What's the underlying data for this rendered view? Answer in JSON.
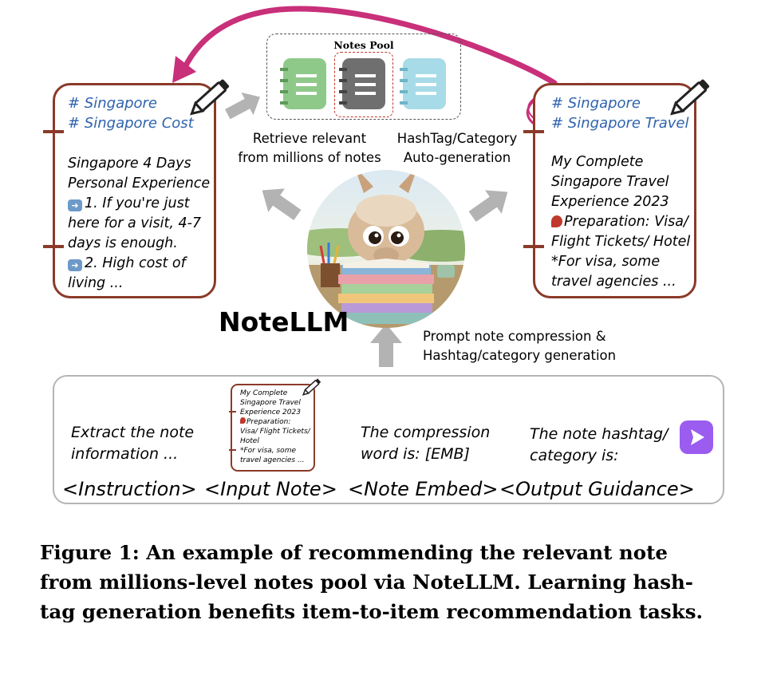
{
  "left_note": {
    "hashtags": [
      "# Singapore",
      "# Singapore Cost"
    ],
    "lines": [
      "Singapore 4 Days",
      "Personal Experience",
      "1. If you're just",
      "here for a visit, 4-7",
      "days is enough.",
      "2. High cost of",
      "living ..."
    ]
  },
  "right_note": {
    "hashtags": [
      "# Singapore",
      "# Singapore Travel"
    ],
    "lines": [
      "My Complete",
      "Singapore Travel",
      "Experience 2023",
      "Preparation: Visa/",
      "Flight Tickets/ Hotel",
      "*For visa, some",
      "travel agencies ..."
    ]
  },
  "notes_pool": {
    "title": "Notes Pool"
  },
  "labels": {
    "retrieve_1": "Retrieve relevant",
    "retrieve_2": "from millions of notes",
    "hashtag_1": "HashTag/Category",
    "hashtag_2": "Auto-generation",
    "model_name": "NoteLLM",
    "prompt_1": "Prompt note compression &",
    "prompt_2": "Hashtag/category generation"
  },
  "prompt": {
    "instruction_1": "Extract the note",
    "instruction_2": "information ...",
    "input_note_lines": [
      "My Complete",
      "Singapore Travel",
      "Experience 2023",
      "Preparation:",
      "Visa/ Flight Tickets/",
      "Hotel",
      "*For visa, some",
      "travel agencies ..."
    ],
    "compression_1": "The compression",
    "compression_2": "word is: [EMB]",
    "output_1": "The note hashtag/",
    "output_2": "category is:",
    "segments": [
      "<Instruction>",
      "<Input Note>",
      "<Note Embed>",
      "<Output Guidance>"
    ]
  },
  "caption": {
    "line_1": "Figure 1: An example of recommending the relevant note",
    "line_2": "from millions-level notes pool via NoteLLM. Learning hash-",
    "line_3": "tag generation benefits item-to-item recommendation tasks."
  },
  "colors": {
    "card_border": "#8b3a2a",
    "hashtag": "#2f63ad",
    "magenta_arrow": "#c8307a",
    "gray_arrow": "#b3b3b3",
    "notebook_green": "#8fc98a",
    "notebook_gray": "#6f6f6f",
    "notebook_blue": "#a8dbe8",
    "send_button": "#9b5cf0"
  },
  "icons": [
    "pencil-icon",
    "notebook-icon",
    "llama-illustration",
    "send-icon",
    "pin-icon",
    "arrow-icon"
  ]
}
